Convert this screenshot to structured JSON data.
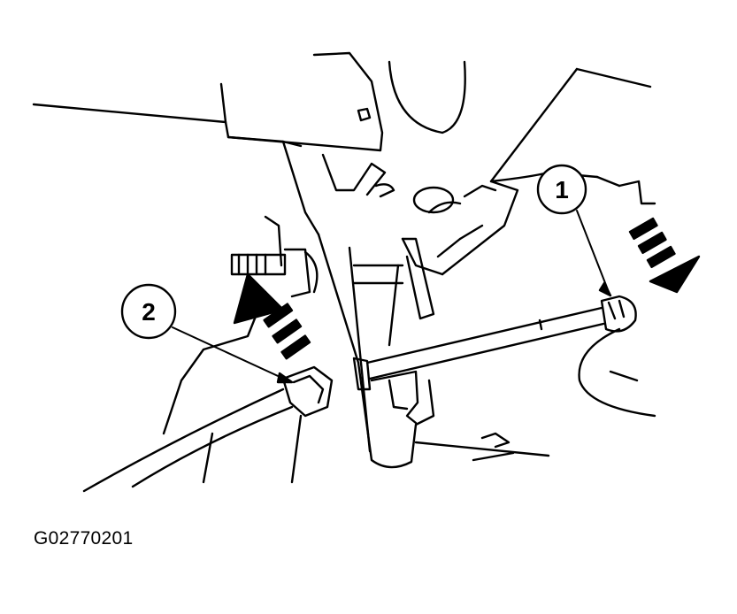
{
  "figure_code": "G02770201",
  "callouts": [
    {
      "number": "1"
    },
    {
      "number": "2"
    }
  ],
  "colors": {
    "ink": "#000000",
    "background": "#ffffff"
  }
}
